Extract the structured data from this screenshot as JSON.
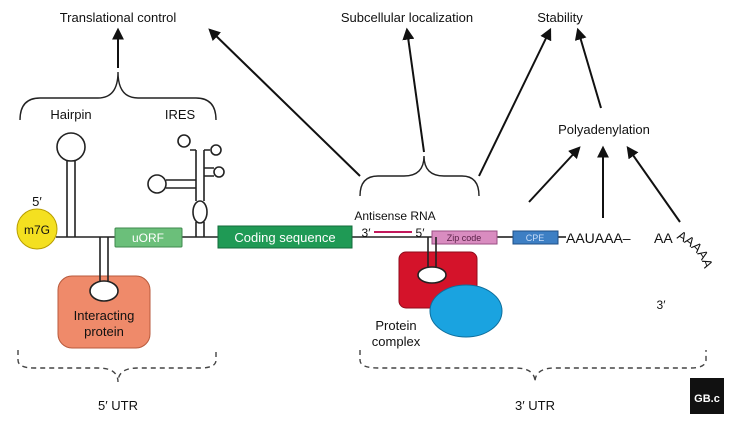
{
  "labels": {
    "translational_control": "Translational control",
    "subcellular_localization": "Subcellular localization",
    "stability": "Stability",
    "polyadenylation": "Polyadenylation",
    "hairpin": "Hairpin",
    "ires": "IRES",
    "five_prime_top": "5′",
    "cap": "m7G",
    "uorf": "uORF",
    "coding_sequence": "Coding sequence",
    "antisense_rna": "Antisense RNA",
    "antisense_3": "3′",
    "antisense_5": "5′",
    "zip_code": "Zip code",
    "cpe": "CPE",
    "aauaaa": "AAUAAA–",
    "poly_a_head": "AA",
    "poly_a_tail": "AAAAA",
    "three_prime_end": "3′",
    "interacting_protein_line1": "Interacting",
    "interacting_protein_line2": "protein",
    "protein_complex_line1": "Protein",
    "protein_complex_line2": "complex",
    "utr5": "5′ UTR",
    "utr3": "3′ UTR",
    "logo": "GB.c"
  },
  "colors": {
    "cap": "#f4e020",
    "uorf": "#6bbf7a",
    "coding": "#1f9a55",
    "zip": "#d98cc0",
    "cpe": "#3d7fc4",
    "interacting_protein": "#ef8a6a",
    "protein_complex_red": "#d4132a",
    "protein_complex_blue": "#1aa3e0",
    "antisense": "#c2185b"
  }
}
